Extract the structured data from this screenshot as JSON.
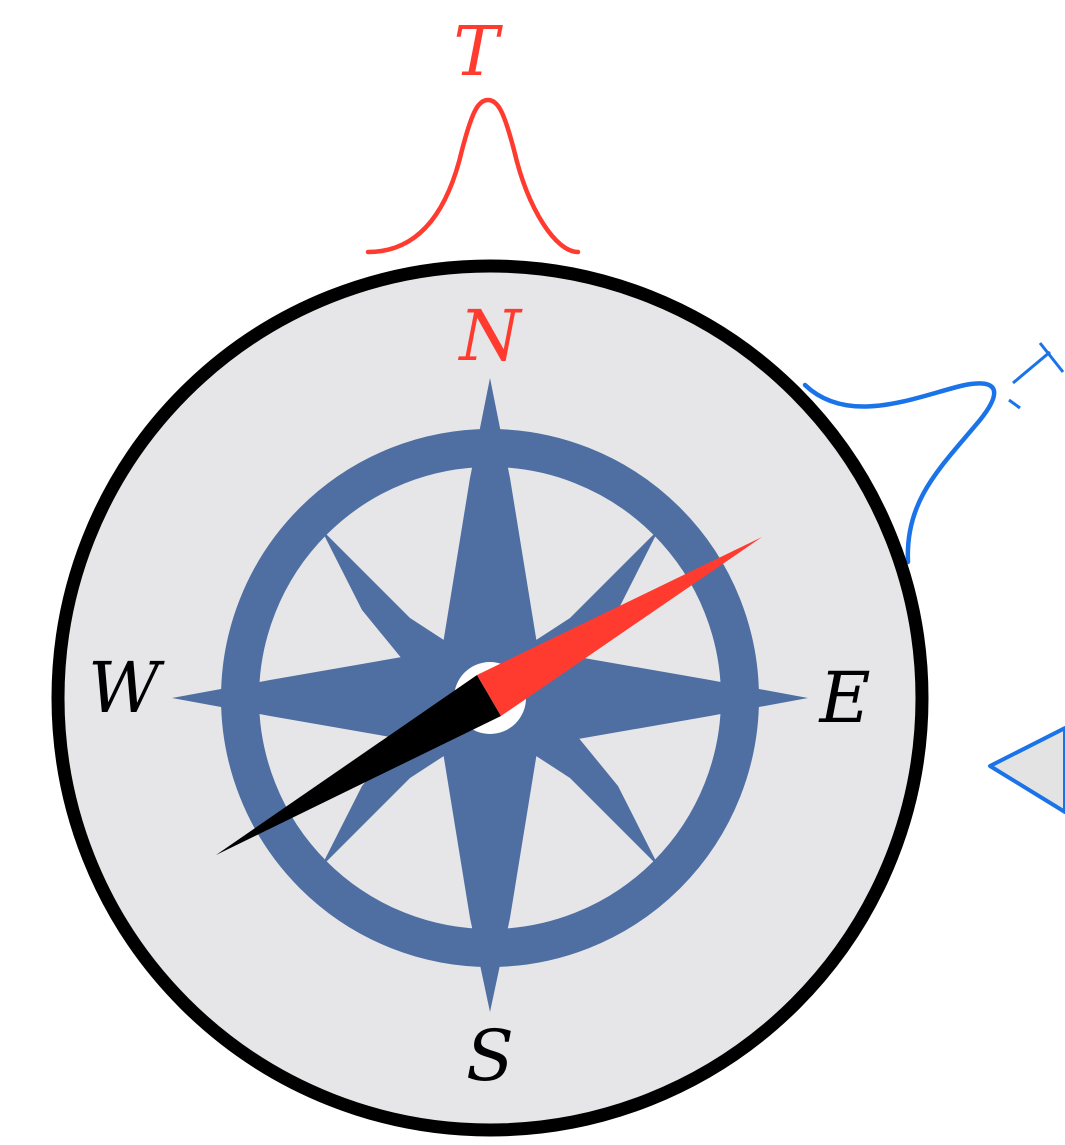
{
  "labels": {
    "top": "T",
    "north": "N",
    "south": "S",
    "east": "E",
    "west": "W"
  },
  "colors": {
    "red": "#ff3b30",
    "blue": "#1a73e8",
    "rose": "#4f6fa3",
    "face": "#e6e6e8",
    "rim": "#000000",
    "needle_dark": "#000000"
  }
}
